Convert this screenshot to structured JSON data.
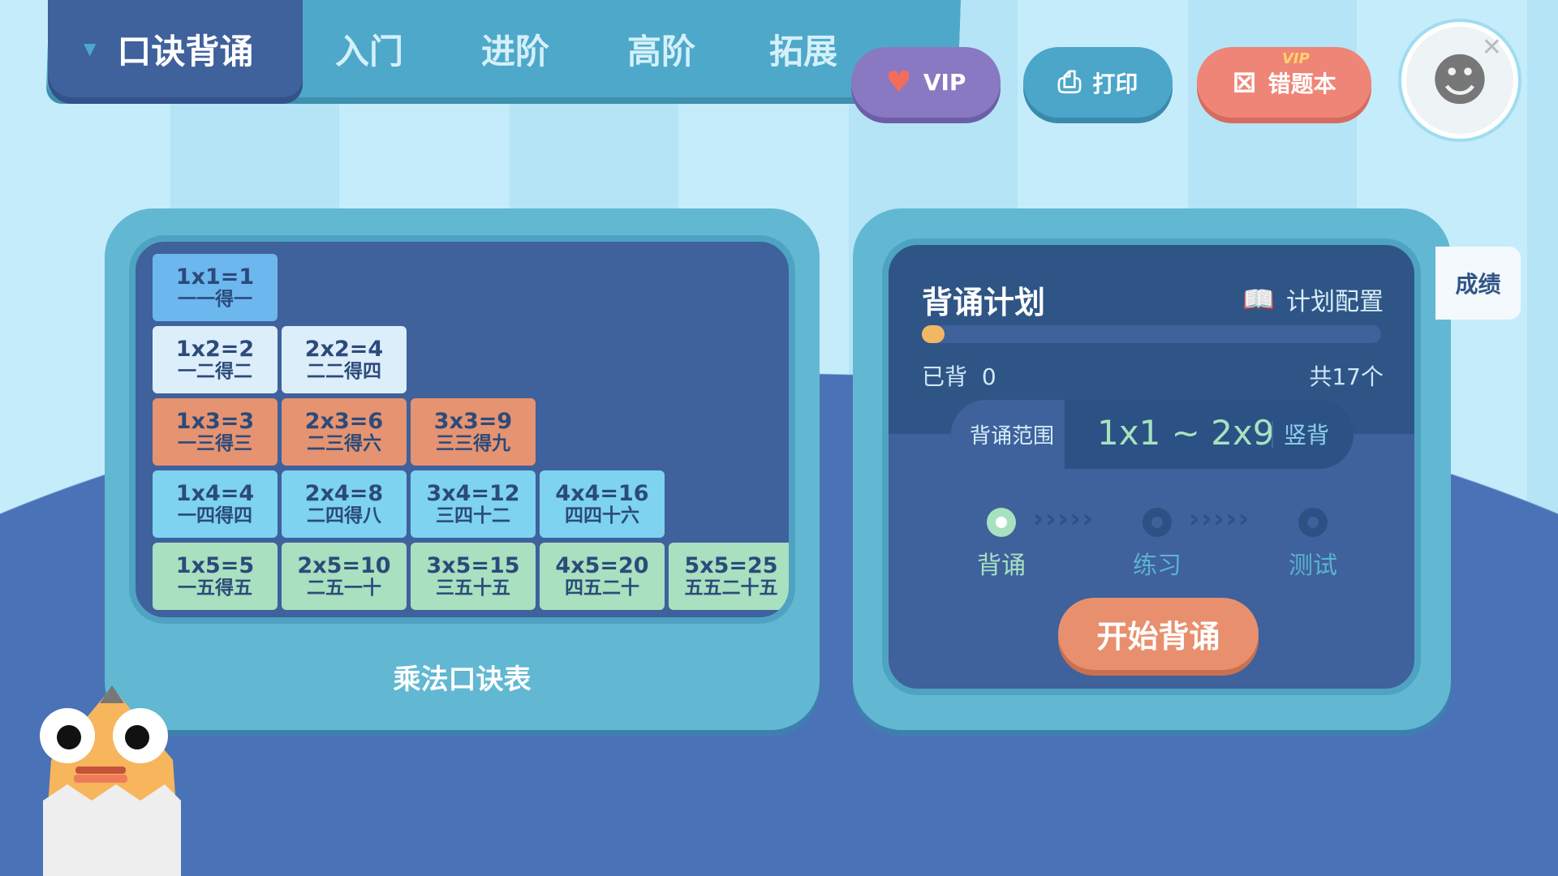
{
  "nav": {
    "active_tab": "口诀背诵",
    "tabs": [
      "入门",
      "进阶",
      "高阶",
      "拓展"
    ]
  },
  "header": {
    "vip": "VIP",
    "print": "打印",
    "wrong_book": "错题本",
    "wrong_book_tag": "VIP"
  },
  "table": {
    "title": "乘法口诀表",
    "rows": [
      [
        {
          "eq": "1x1=1",
          "cn": "一一得一"
        }
      ],
      [
        {
          "eq": "1x2=2",
          "cn": "一二得二"
        },
        {
          "eq": "2x2=4",
          "cn": "二二得四"
        }
      ],
      [
        {
          "eq": "1x3=3",
          "cn": "一三得三"
        },
        {
          "eq": "2x3=6",
          "cn": "二三得六"
        },
        {
          "eq": "3x3=9",
          "cn": "三三得九"
        }
      ],
      [
        {
          "eq": "1x4=4",
          "cn": "一四得四"
        },
        {
          "eq": "2x4=8",
          "cn": "二四得八"
        },
        {
          "eq": "3x4=12",
          "cn": "三四十二"
        },
        {
          "eq": "4x4=16",
          "cn": "四四十六"
        }
      ],
      [
        {
          "eq": "1x5=5",
          "cn": "一五得五"
        },
        {
          "eq": "2x5=10",
          "cn": "二五一十"
        },
        {
          "eq": "3x5=15",
          "cn": "三五十五"
        },
        {
          "eq": "4x5=20",
          "cn": "四五二十"
        },
        {
          "eq": "5x5=25",
          "cn": "五五二十五"
        }
      ]
    ],
    "row_colors": [
      "#6db7ef",
      "#dceefa",
      "#e59370",
      "#7dd3f0",
      "#a8e0c0"
    ]
  },
  "plan": {
    "title": "背诵计划",
    "config": "计划配置",
    "done_label": "已背",
    "done": "0",
    "total": "共17个",
    "progress": 0,
    "range_label": "背诵范围",
    "range": "1x1 ~ 2x9",
    "mode": "竖背",
    "steps": [
      "背诵",
      "练习",
      "测试"
    ],
    "active_step": 0,
    "start": "开始背诵"
  },
  "score_tab": "成绩"
}
